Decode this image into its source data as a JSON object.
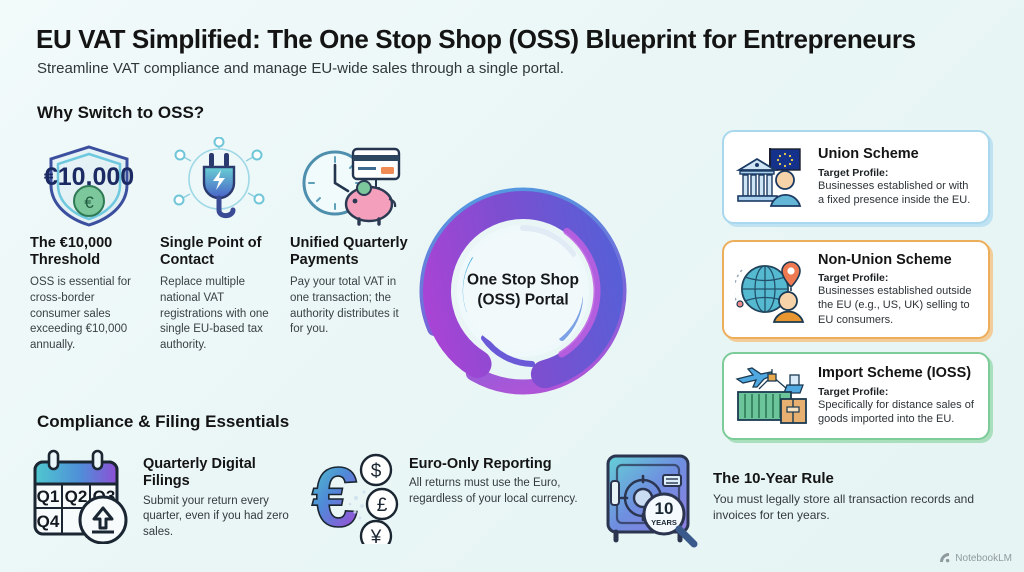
{
  "header": {
    "title": "EU VAT Simplified: The One Stop Shop (OSS) Blueprint for Entrepreneurs",
    "subtitle": "Streamline VAT compliance and manage EU-wide sales through a single portal."
  },
  "sections": {
    "why": "Why Switch to OSS?",
    "compliance": "Compliance & Filing Essentials"
  },
  "benefits": [
    {
      "icon": "shield-threshold-icon",
      "amount": "€10,000",
      "heading": "The €10,000 Threshold",
      "description": "OSS is essential for cross-border consumer sales exceeding €10,000 annually."
    },
    {
      "icon": "plug-network-icon",
      "heading": "Single Point of Contact",
      "description": "Replace multiple national VAT registrations with one single EU-based tax authority."
    },
    {
      "icon": "clock-piggybank-card-icon",
      "heading": "Unified Quarterly Payments",
      "description": "Pay your total VAT in one transaction; the authority distributes it for you."
    }
  ],
  "hub": {
    "icon": "oss-portal-ring",
    "label": "One Stop Shop (OSS) Portal"
  },
  "schemes": [
    {
      "icon": "bank-eu-flag-person-icon",
      "title": "Union Scheme",
      "target_label": "Target Profile:",
      "description": "Businesses established or with a fixed presence inside the EU.",
      "accent": "#a9d7ee"
    },
    {
      "icon": "globe-pin-person-icon",
      "title": "Non-Union Scheme",
      "target_label": "Target Profile:",
      "description": "Businesses established outside the EU (e.g., US, UK) selling to EU consumers.",
      "accent": "#edae5b"
    },
    {
      "icon": "plane-ship-container-icon",
      "title": "Import Scheme (IOSS)",
      "target_label": "Target Profile:",
      "description": "Specifically for distance sales of goods imported into the EU.",
      "accent": "#7ccb98"
    }
  ],
  "compliance": [
    {
      "icon": "calendar-quarters-upload-icon",
      "quarters": [
        "Q1",
        "Q2",
        "Q3",
        "Q4"
      ],
      "heading": "Quarterly Digital Filings",
      "description": "Submit your return every quarter, even if you had zero sales."
    },
    {
      "icon": "euro-currency-conversion-icon",
      "currencies": [
        "$",
        "£",
        "¥"
      ],
      "heading": "Euro-Only Reporting",
      "description": "All returns must use the Euro, regardless of your local currency."
    },
    {
      "icon": "safe-vault-magnifier-icon",
      "badge_number": "10",
      "badge_label": "YEARS",
      "heading": "The 10-Year Rule",
      "description": "You must legally store all transaction records and invoices for ten years."
    }
  ],
  "watermark": {
    "icon": "notebooklm-icon",
    "label": "NotebookLM"
  },
  "colors": {
    "background": "#eaf6f6",
    "text": "#141414",
    "hub_blue": "#3f5fd0",
    "hub_purple": "#a23fd0",
    "hub_cyan": "#3aa8d8",
    "union_accent": "#a9d7ee",
    "nonunion_accent": "#edae5b",
    "import_accent": "#7ccb98"
  }
}
